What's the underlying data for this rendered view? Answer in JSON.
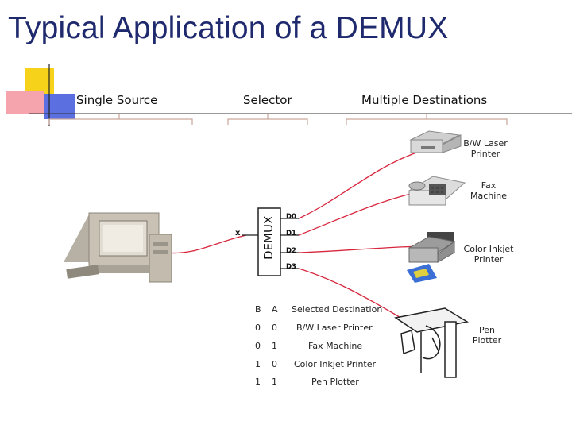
{
  "title": "Typical Application of a DEMUX",
  "columns": {
    "source": "Single Source",
    "selector": "Selector",
    "destinations": "Multiple Destinations"
  },
  "demux": {
    "label": "DEMUX",
    "input": "x",
    "outputs": [
      "D0",
      "D1",
      "D2",
      "D3"
    ]
  },
  "devices": [
    {
      "line1": "B/W Laser",
      "line2": "Printer",
      "icon": "laser-printer-icon"
    },
    {
      "line1": "Fax",
      "line2": "Machine",
      "icon": "fax-machine-icon"
    },
    {
      "line1": "Color Inkjet",
      "line2": "Printer",
      "icon": "inkjet-printer-icon"
    },
    {
      "line1": "Pen",
      "line2": "Plotter",
      "icon": "pen-plotter-icon"
    }
  ],
  "source_icon": "computer-icon",
  "table": {
    "headers": [
      "B",
      "A",
      "Selected Destination"
    ],
    "rows": [
      [
        "0",
        "0",
        "B/W Laser Printer"
      ],
      [
        "0",
        "1",
        "Fax Machine"
      ],
      [
        "1",
        "0",
        "Color Inkjet Printer"
      ],
      [
        "1",
        "1",
        "Pen Plotter"
      ]
    ]
  },
  "colors": {
    "title": "#1f2a6e",
    "cable": "#d7263d",
    "accent_yellow": "#f6d21b",
    "accent_blue": "#3f56d6",
    "accent_red": "#e8495b"
  }
}
